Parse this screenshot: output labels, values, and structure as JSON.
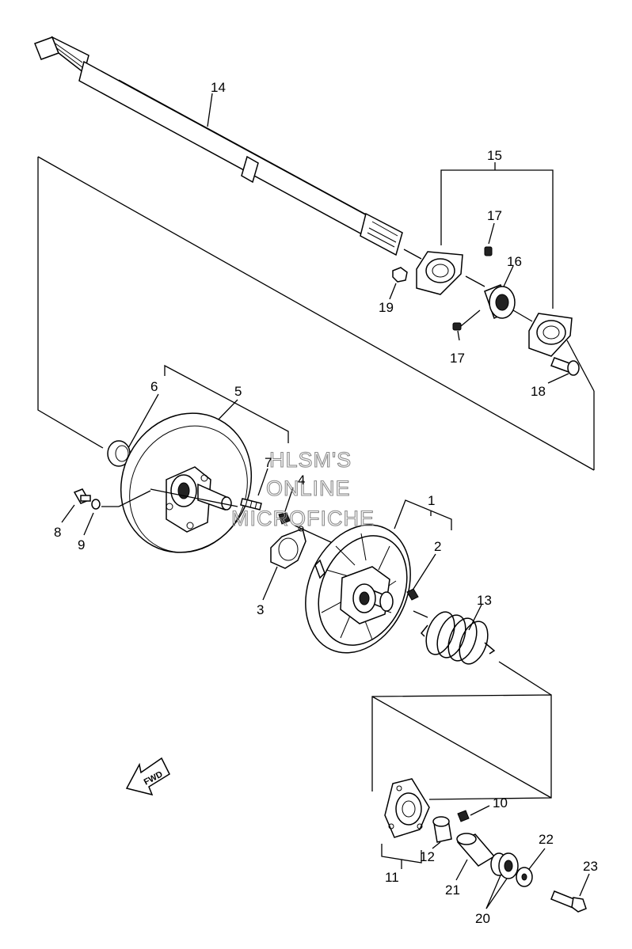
{
  "diagram": {
    "labels": [
      {
        "id": "part-14",
        "text": "14"
      },
      {
        "id": "part-15",
        "text": "15"
      },
      {
        "id": "part-16",
        "text": "16"
      },
      {
        "id": "part-17-top",
        "text": "17"
      },
      {
        "id": "part-17-bottom",
        "text": "17"
      },
      {
        "id": "part-18",
        "text": "18"
      },
      {
        "id": "part-19",
        "text": "19"
      },
      {
        "id": "part-6",
        "text": "6"
      },
      {
        "id": "part-5",
        "text": "5"
      },
      {
        "id": "part-7",
        "text": "7"
      },
      {
        "id": "part-4",
        "text": "4"
      },
      {
        "id": "part-1",
        "text": "1"
      },
      {
        "id": "part-2",
        "text": "2"
      },
      {
        "id": "part-3",
        "text": "3"
      },
      {
        "id": "part-8",
        "text": "8"
      },
      {
        "id": "part-9",
        "text": "9"
      },
      {
        "id": "part-13",
        "text": "13"
      },
      {
        "id": "part-10",
        "text": "10"
      },
      {
        "id": "part-11",
        "text": "11"
      },
      {
        "id": "part-12",
        "text": "12"
      },
      {
        "id": "part-21",
        "text": "21"
      },
      {
        "id": "part-22",
        "text": "22"
      },
      {
        "id": "part-23",
        "text": "23"
      },
      {
        "id": "part-20",
        "text": "20"
      }
    ],
    "fwd_arrow_label": "FWD"
  },
  "watermark": {
    "line1": "HLSM'S",
    "line2": "ONLINE",
    "line3": "MICROFICHE"
  }
}
